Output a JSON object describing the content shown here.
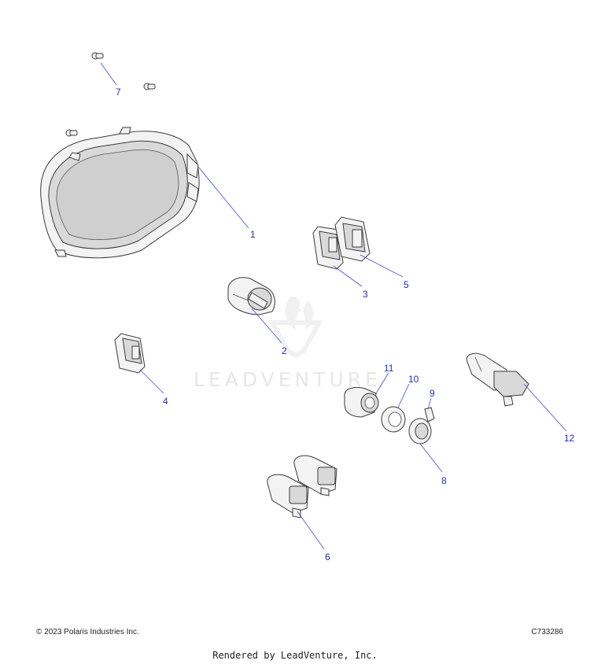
{
  "watermark": {
    "text": "LEADVENTURE"
  },
  "callouts": [
    "1",
    "2",
    "3",
    "4",
    "5",
    "6",
    "7",
    "8",
    "9",
    "10",
    "11",
    "12"
  ],
  "footer": {
    "copyright": "© 2023 Polaris Industries Inc.",
    "drawing_code": "C733286",
    "rendered_by": "Rendered by LeadVenture, Inc."
  }
}
